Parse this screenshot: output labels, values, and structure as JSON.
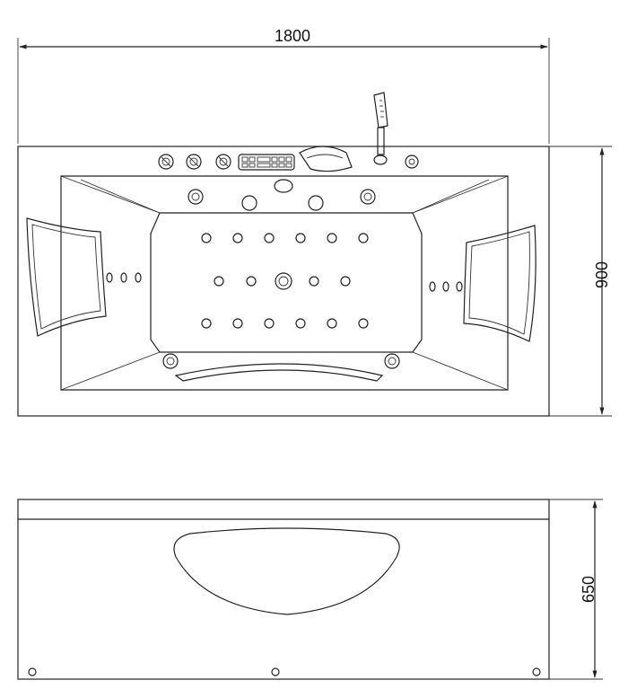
{
  "dimensions": {
    "length": "1800",
    "width": "900",
    "height": "650"
  }
}
